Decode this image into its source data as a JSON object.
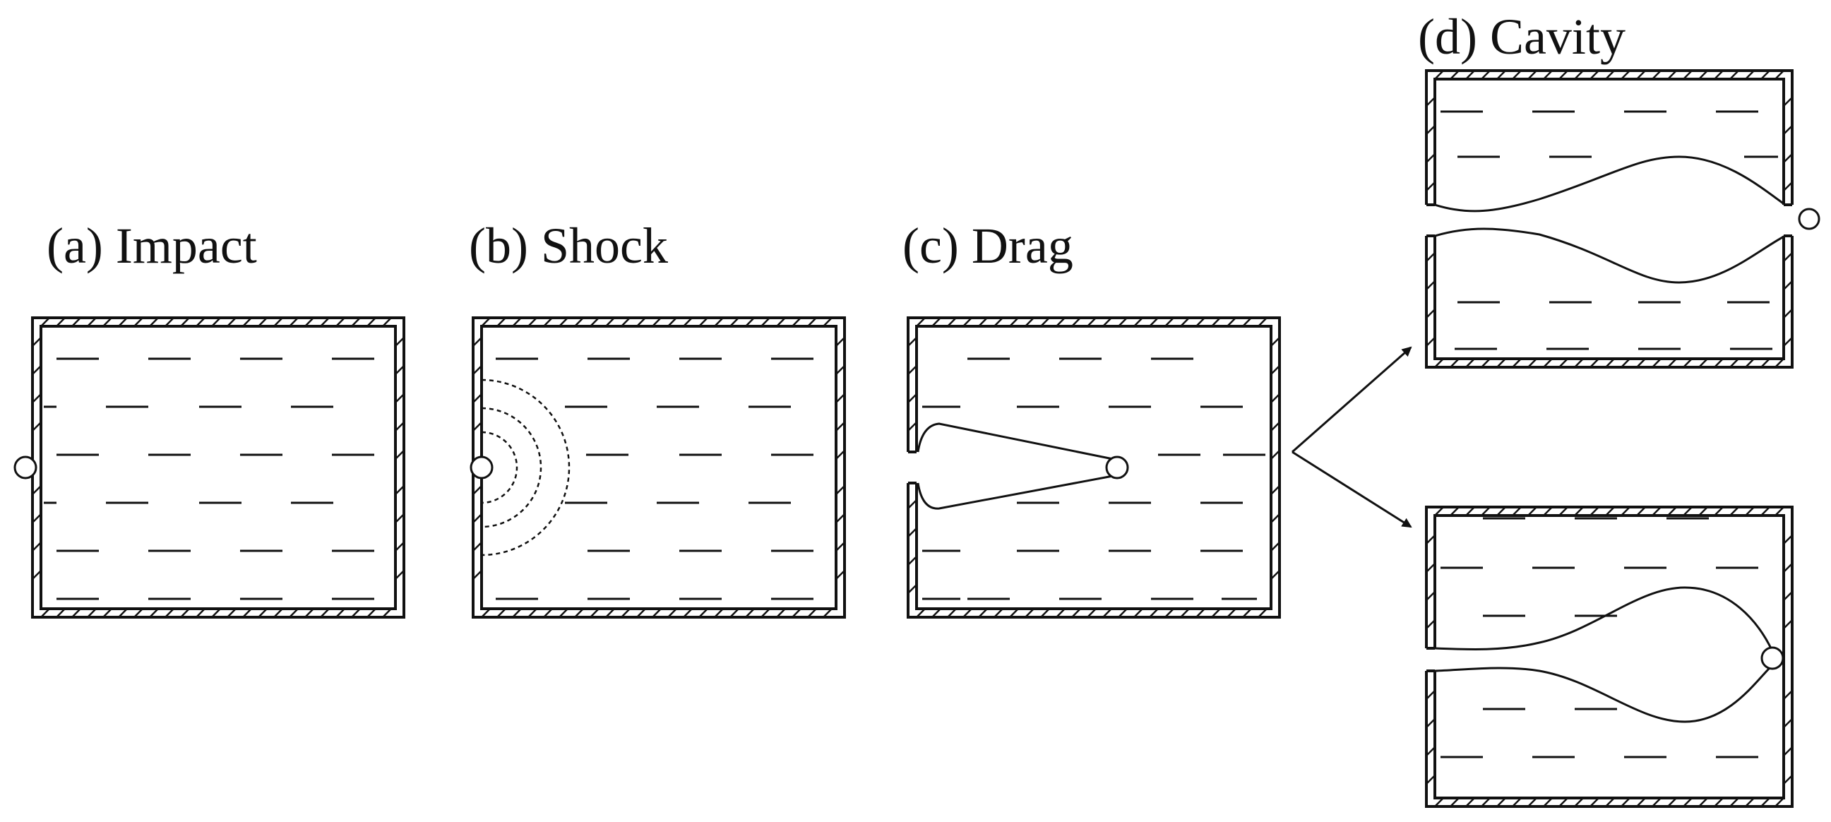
{
  "labels": {
    "a": "(a) Impact",
    "b": "(b) Shock",
    "c": "(c) Drag",
    "d": "(d) Cavity"
  },
  "colors": {
    "line": "#111111",
    "background": "#ffffff"
  }
}
